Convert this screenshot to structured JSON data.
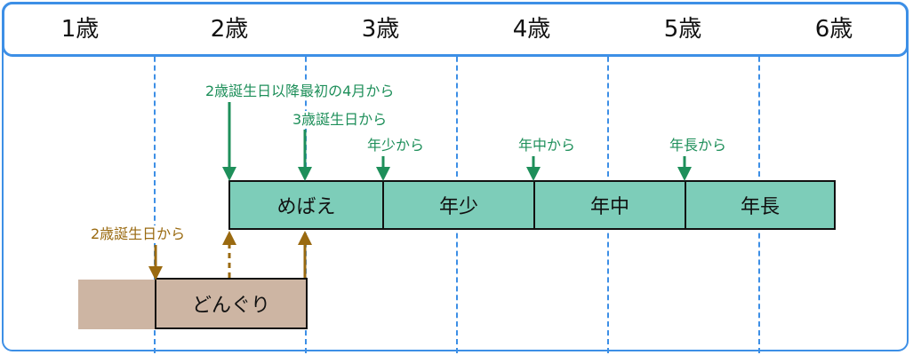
{
  "header": {
    "ages": [
      "1歳",
      "2歳",
      "3歳",
      "4歳",
      "5歳",
      "6歳"
    ]
  },
  "programs": {
    "mebae": "めばえ",
    "nensho": "年少",
    "nenchu": "年中",
    "nencho": "年長",
    "dongurii": "どんぐり"
  },
  "annotations": {
    "mebae_start": "2歳誕生日以降最初の4月から",
    "mebae_alt": "3歳誕生日から",
    "nensho_start": "年少から",
    "nenchu_start": "年中から",
    "nencho_start": "年長から",
    "dongurii_start": "2歳誕生日から"
  },
  "colors": {
    "grid_line": "#3d8fe6",
    "teal_fill": "#7dcdb9",
    "brown_fill": "#cdb5a3",
    "green_arrow": "#1e8f5a",
    "brown_arrow": "#9a6a10"
  }
}
